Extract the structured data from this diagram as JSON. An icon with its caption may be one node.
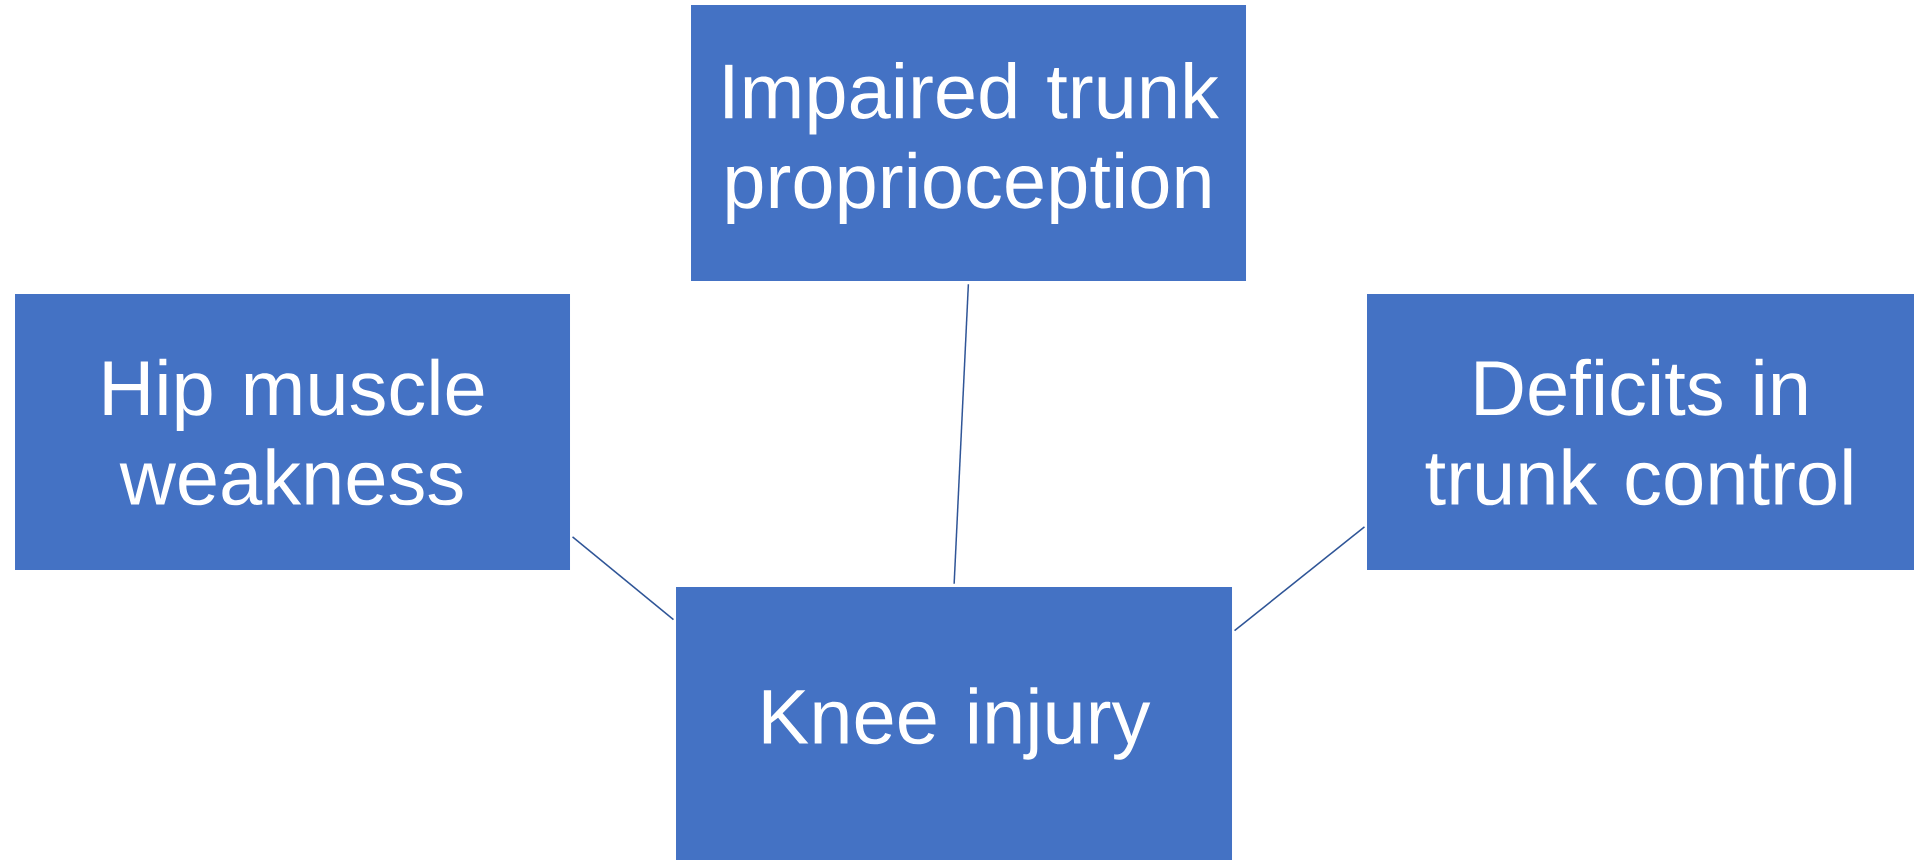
{
  "diagram": {
    "nodes": [
      {
        "text": [
          "Impaired trunk proprioception"
        ]
      },
      {
        "text": [
          "Hip muscle weakness"
        ]
      },
      {
        "text": [
          "Deficits in trunk control"
        ]
      },
      {
        "text": [
          "Knee injury"
        ]
      }
    ],
    "edges": [
      {
        "from": 1,
        "to": 3,
        "arrow": "none"
      },
      {
        "from": 0,
        "to": 3,
        "arrow": "none"
      },
      {
        "from": 2,
        "to": 3,
        "arrow": "none"
      }
    ]
  }
}
